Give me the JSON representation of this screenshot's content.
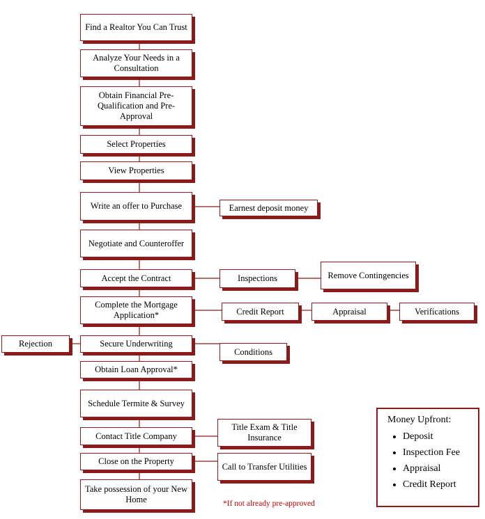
{
  "main_steps": [
    "Find a Realtor You Can Trust",
    "Analyze Your Needs in a Consultation",
    "Obtain Financial Pre-Qualification and Pre-Approval",
    "Select Properties",
    "View Properties",
    "Write an offer to Purchase",
    "Negotiate and Counteroffer",
    "Accept the Contract",
    "Complete the Mortgage Application*",
    "Secure Underwriting",
    "Obtain Loan Approval*",
    "Schedule Termite & Survey",
    "Contact Title Company",
    "Close on the Property",
    "Take possession of your New Home"
  ],
  "side_boxes": {
    "earnest": "Earnest deposit money",
    "inspections": "Inspections",
    "remove_contingencies": "Remove Contingencies",
    "credit_report": "Credit Report",
    "appraisal": "Appraisal",
    "verifications": "Verifications",
    "rejection": "Rejection",
    "conditions": "Conditions",
    "title_exam": "Title Exam & Title Insurance",
    "call_utilities": "Call to Transfer Utilities"
  },
  "legend": {
    "title": "Money Upfront:",
    "items": [
      "Deposit",
      "Inspection Fee",
      "Appraisal",
      "Credit Report"
    ]
  },
  "footnote": "*If not already pre-approved",
  "colors": {
    "border": "#8b1a1a",
    "shadow": "#8b1a1a",
    "footnote": "#c00000"
  }
}
